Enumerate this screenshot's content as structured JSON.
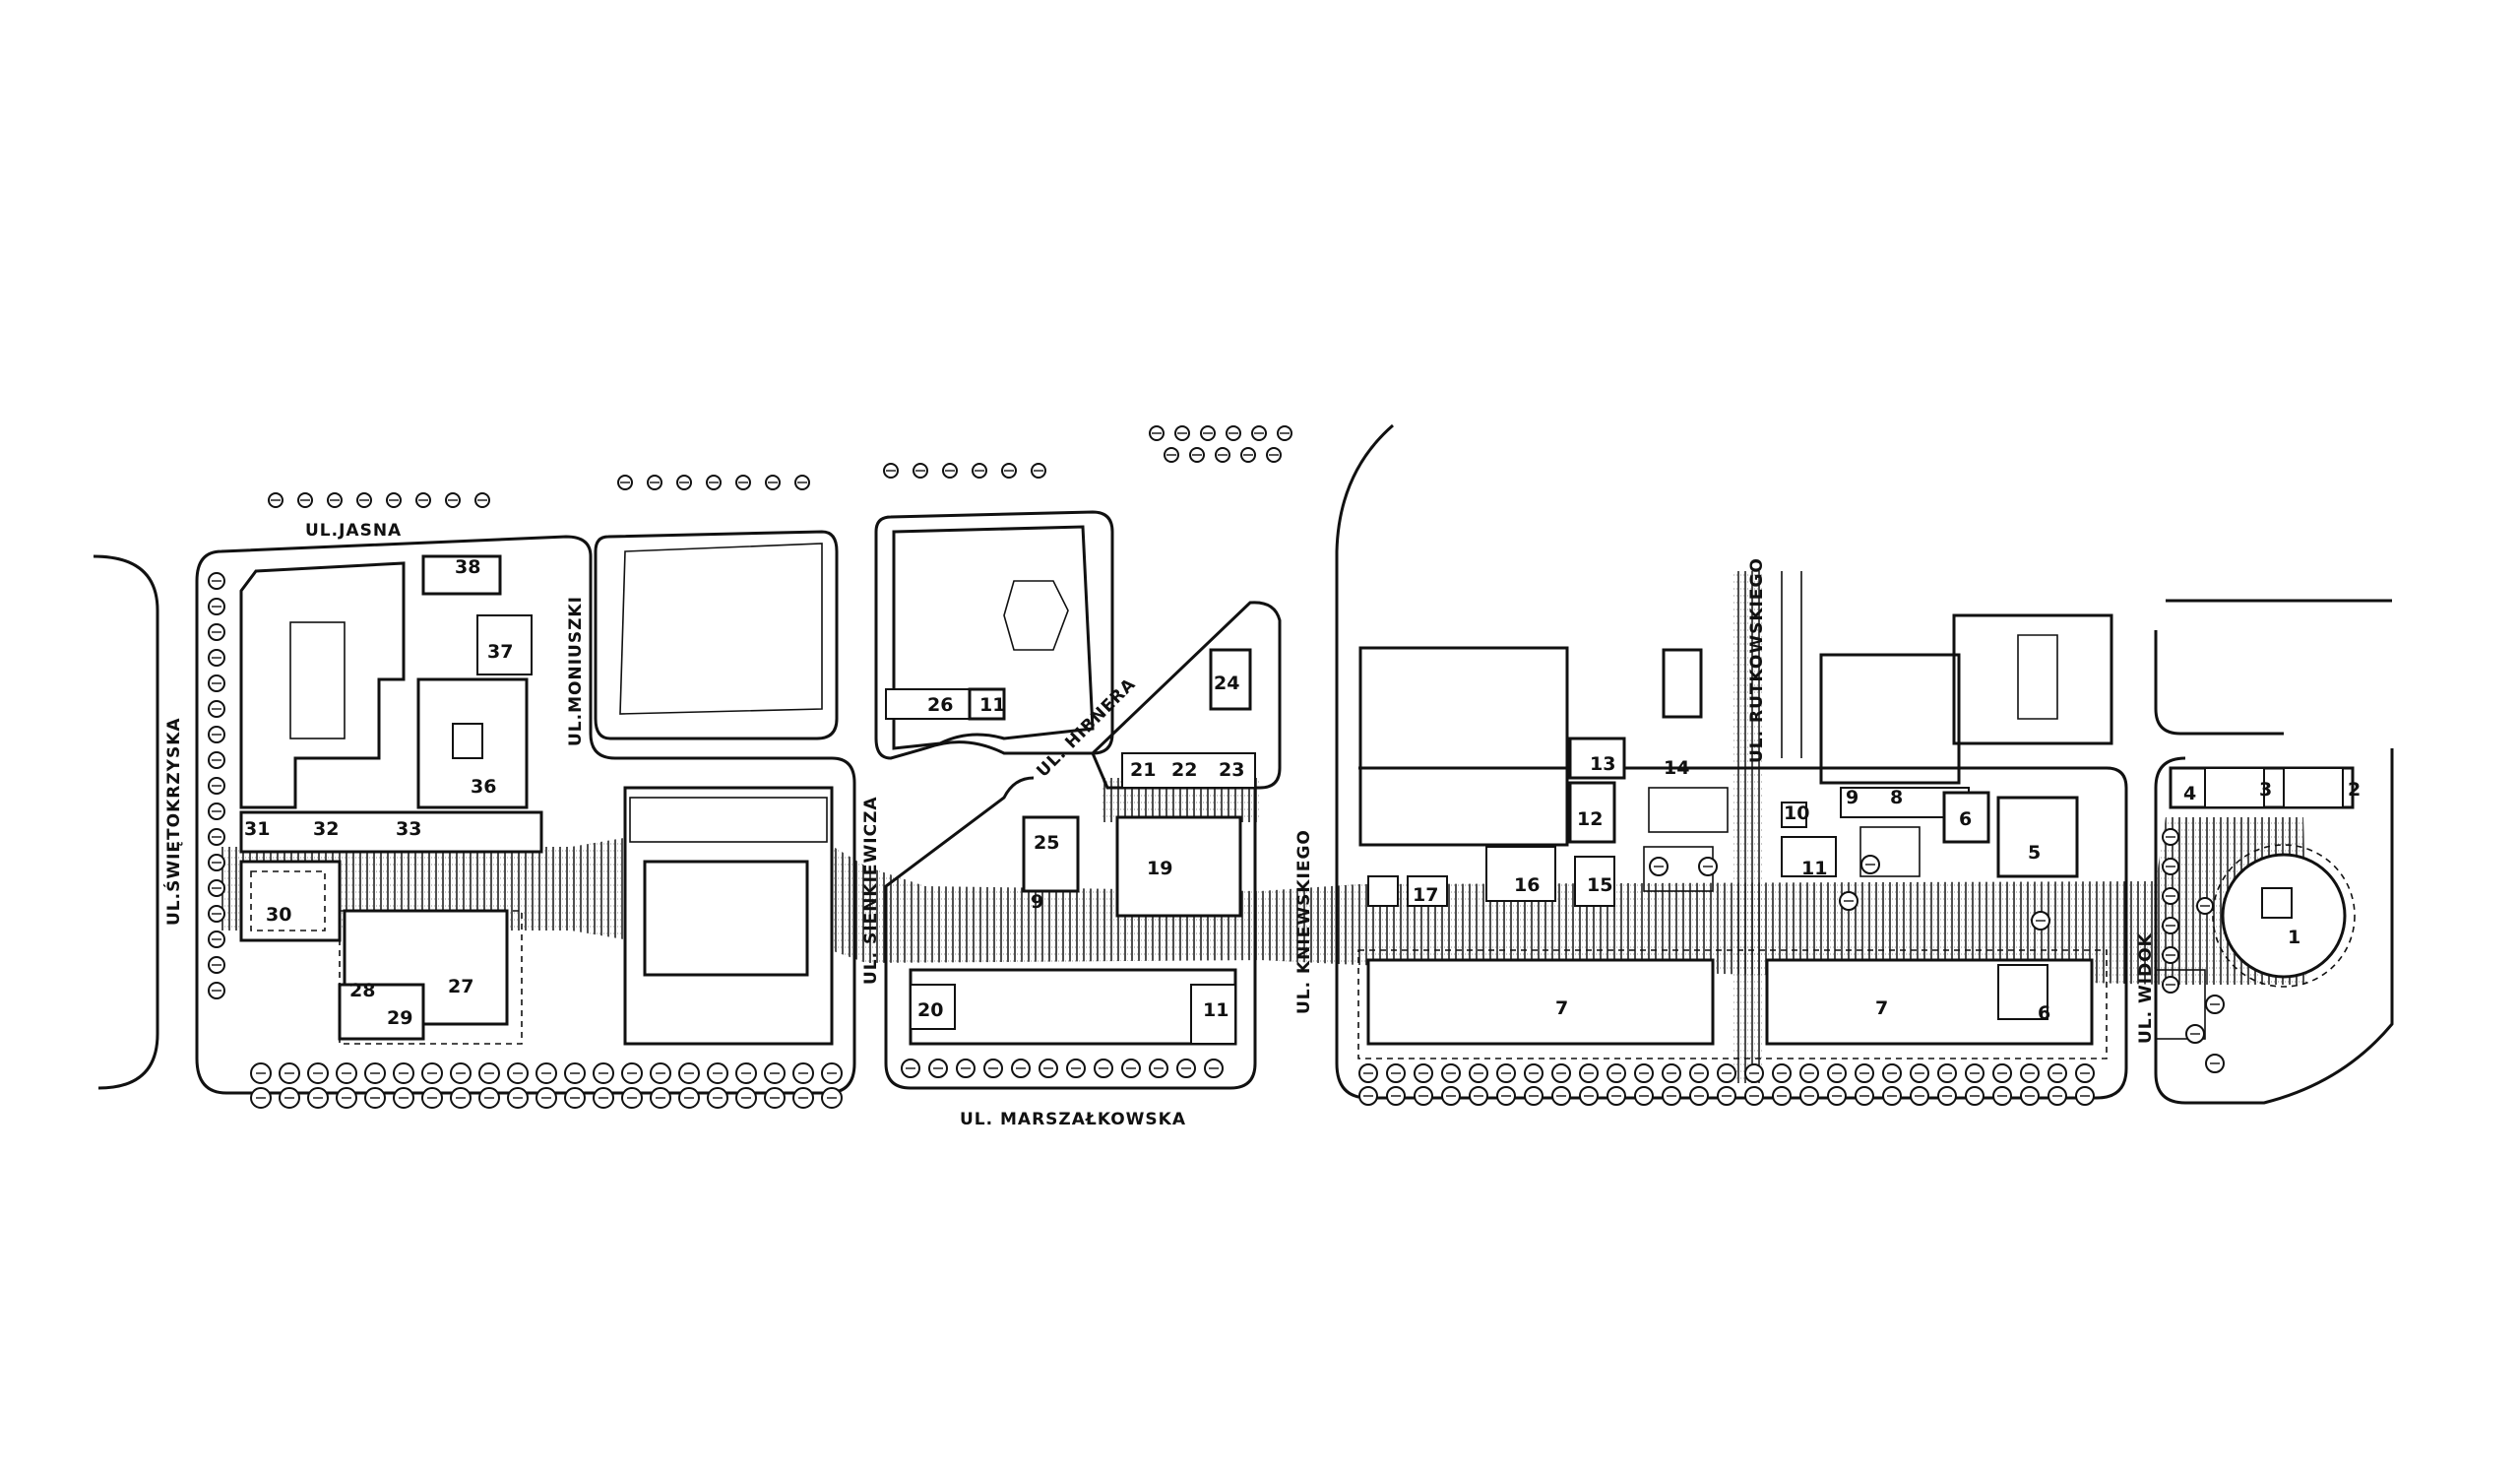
{
  "streets": {
    "swietokrzyska": "UL.ŚWIĘTOKRZYSKA",
    "jasna": "UL.JASNA",
    "moniuszki": "UL.MONIUSZKI",
    "sienkiewicza": "UL. SIENKIEWICZA",
    "hibnera": "UL. HIBNERA",
    "marszalkowska": "UL. MARSZAŁKOWSKA",
    "kniewskiego": "UL. KNIEWSKIEGO",
    "rutkowskiego": "UL. RUTKOWSKIEGO",
    "widok": "UL. WIDOK"
  },
  "labels": {
    "n1": "1",
    "n2": "2",
    "n3": "3",
    "n4": "4",
    "n5": "5",
    "n6a": "6",
    "n6b": "6",
    "n7a": "7",
    "n7b": "7",
    "n8": "8",
    "n9a": "9",
    "n9b": "9",
    "n10": "10",
    "n11a": "11",
    "n11b": "11",
    "n11c": "11",
    "n12": "12",
    "n13": "13",
    "n14": "14",
    "n15": "15",
    "n16": "16",
    "n17": "17",
    "n19": "19",
    "n20": "20",
    "n21": "21",
    "n22": "22",
    "n23": "23",
    "n24": "24",
    "n25": "25",
    "n26": "26",
    "n27": "27",
    "n28": "28",
    "n29": "29",
    "n30": "30",
    "n31": "31",
    "n32": "32",
    "n33": "33",
    "n36": "36",
    "n37": "37",
    "n38": "38"
  },
  "icons": {
    "tree": "tree-icon",
    "hatching": "pedestrian-axis-hatching"
  },
  "colors": {
    "ink": "#111111",
    "paper": "#ffffff"
  }
}
